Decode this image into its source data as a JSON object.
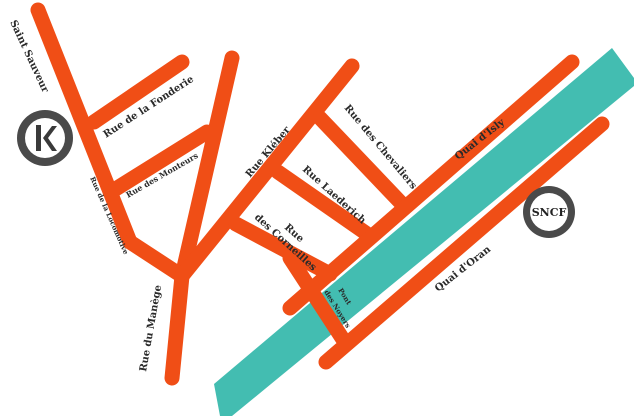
{
  "colors": {
    "road": "#f04e16",
    "river": "#43bdb1",
    "marker_ring": "#4a4a4a",
    "marker_fill": "#ffffff",
    "label": "#2a2a2a"
  },
  "streets": {
    "saint_sauveur": "Saint Sauveur",
    "fonderie": "Rue de la Fonderie",
    "monteurs": "Rue des Monteurs",
    "locomotive": "Rue de la Locomotive",
    "manege": "Rue du Manège",
    "kleber": "Rue Kléber",
    "chevaliers": "Rue des Chevaliers",
    "laederich": "Rue Laederich",
    "corneilles_line1": "Rue",
    "corneilles_line2": "des Corneilles",
    "pont_line1": "Pont",
    "pont_line2": "des Noyers",
    "quai_isly": "Quai d'Isly",
    "quai_oran": "Quai d'Oran"
  },
  "markers": {
    "k_logo": {
      "icon": "k-logo-icon"
    },
    "sncf": {
      "label": "SNCF",
      "icon": "station-icon"
    }
  }
}
